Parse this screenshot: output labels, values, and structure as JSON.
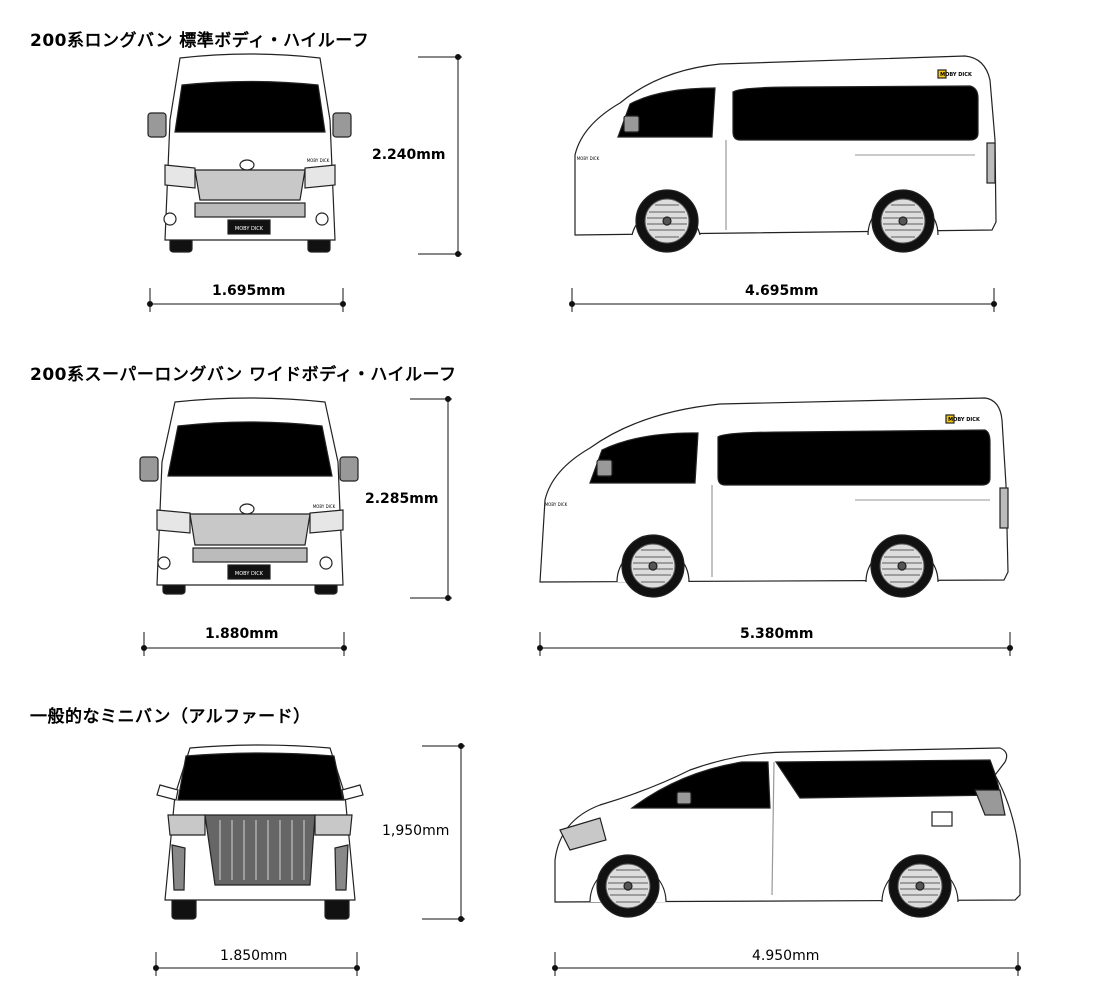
{
  "sections": [
    {
      "title": "200系ロングバン 標準ボディ・ハイルーフ",
      "height": "2.240mm",
      "width": "1.695mm",
      "length": "4.695mm",
      "brand": "MOBY DICK"
    },
    {
      "title": "200系スーパーロングバン ワイドボディ・ハイルーフ",
      "height": "2.285mm",
      "width": "1.880mm",
      "length": "5.380mm",
      "brand": "MOBY DICK"
    },
    {
      "title": "一般的なミニバン（アルファード）",
      "height": "1,950mm",
      "width": "1.850mm",
      "length": "4.950mm"
    }
  ],
  "colors": {
    "window": "#000000",
    "trim": "#c8c8c8",
    "outline": "#222222",
    "logo_yellow": "#f3c515"
  }
}
